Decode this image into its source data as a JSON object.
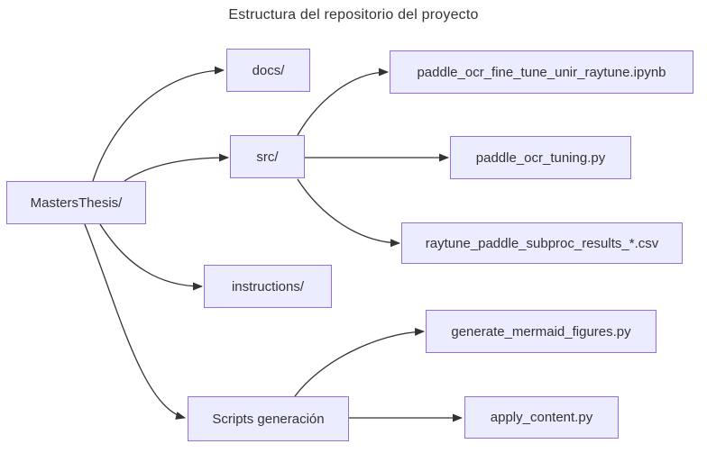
{
  "title": "Estructura del repositorio del proyecto",
  "diagram": {
    "type": "flowchart",
    "direction": "left-to-right",
    "colors": {
      "node_fill": "#ECECFF",
      "node_border": "#9370DB",
      "edge": "#333333",
      "text": "#333333",
      "background": "#FFFFFF"
    },
    "nodes": {
      "root": {
        "label": "MastersThesis/"
      },
      "docs": {
        "label": "docs/"
      },
      "ipynb": {
        "label": "paddle_ocr_fine_tune_unir_raytune.ipynb"
      },
      "src": {
        "label": "src/"
      },
      "tuning": {
        "label": "paddle_ocr_tuning.py"
      },
      "csv": {
        "label": "raytune_paddle_subproc_results_*.csv"
      },
      "instructions": {
        "label": "instructions/"
      },
      "generate": {
        "label": "generate_mermaid_figures.py"
      },
      "scripts": {
        "label": "Scripts generación"
      },
      "apply": {
        "label": "apply_content.py"
      }
    },
    "edges": [
      {
        "from": "root",
        "to": "docs"
      },
      {
        "from": "root",
        "to": "src"
      },
      {
        "from": "root",
        "to": "instructions"
      },
      {
        "from": "root",
        "to": "scripts"
      },
      {
        "from": "src",
        "to": "ipynb"
      },
      {
        "from": "src",
        "to": "tuning"
      },
      {
        "from": "src",
        "to": "csv"
      },
      {
        "from": "scripts",
        "to": "generate"
      },
      {
        "from": "scripts",
        "to": "apply"
      }
    ]
  }
}
